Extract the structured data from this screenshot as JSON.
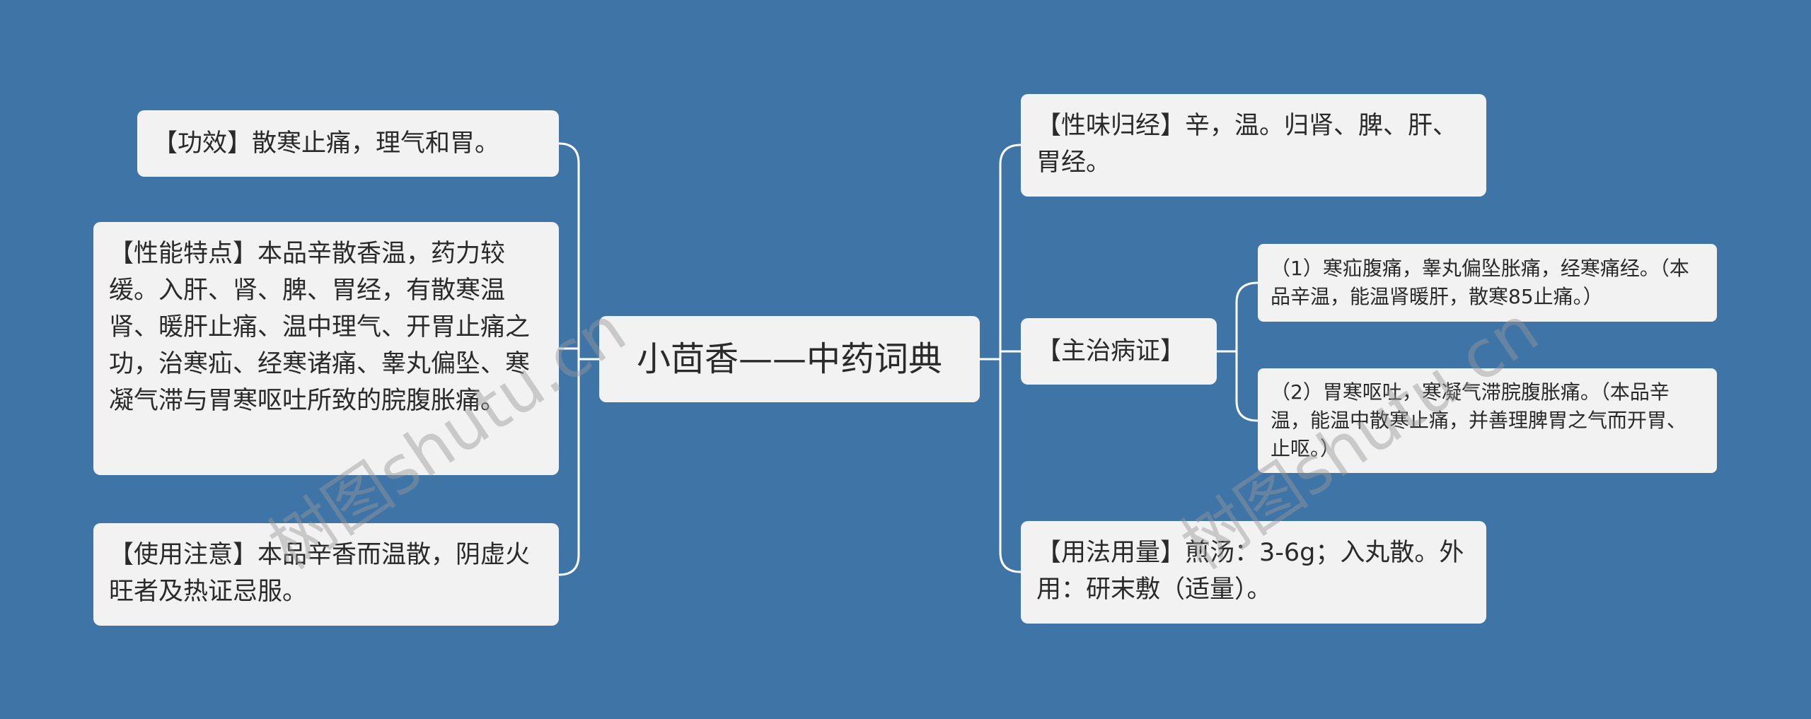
{
  "center": {
    "label": "小茴香——中药词典"
  },
  "left_branches": [
    {
      "text": "【功效】散寒止痛，理气和胃。"
    },
    {
      "text": "【性能特点】本品辛散香温，药力较缓。入肝、肾、脾、胃经，有散寒温肾、暖肝止痛、温中理气、开胃止痛之功，治寒疝、经寒诸痛、睾丸偏坠、寒凝气滞与胃寒呕吐所致的脘腹胀痛。"
    },
    {
      "text": "【使用注意】本品辛香而温散，阴虚火旺者及热证忌服。"
    }
  ],
  "right_branches": {
    "xingwei": {
      "text": "【性味归经】辛，温。归肾、脾、肝、胃经。"
    },
    "zhuzhi": {
      "text": "【主治病证】",
      "children": [
        {
          "text": "（1）寒疝腹痛，睾丸偏坠胀痛，经寒痛经。（本品辛温，能温肾暖肝，散寒85止痛。）"
        },
        {
          "text": "（2）胃寒呕吐，寒凝气滞脘腹胀痛。（本品辛温，能温中散寒止痛，并善理脾胃之气而开胃、止呕。）"
        }
      ]
    },
    "yongfa": {
      "text": "【用法用量】煎汤：3-6g；入丸散。外用：研末敷（适量）。"
    }
  },
  "watermarks": [
    "树图shutu.cn",
    "树图shutu.cn"
  ],
  "colors": {
    "background": "#3f74a7",
    "node_fill": "#f2f2f2",
    "line": "#ffffff",
    "text": "#2a2a2a"
  }
}
